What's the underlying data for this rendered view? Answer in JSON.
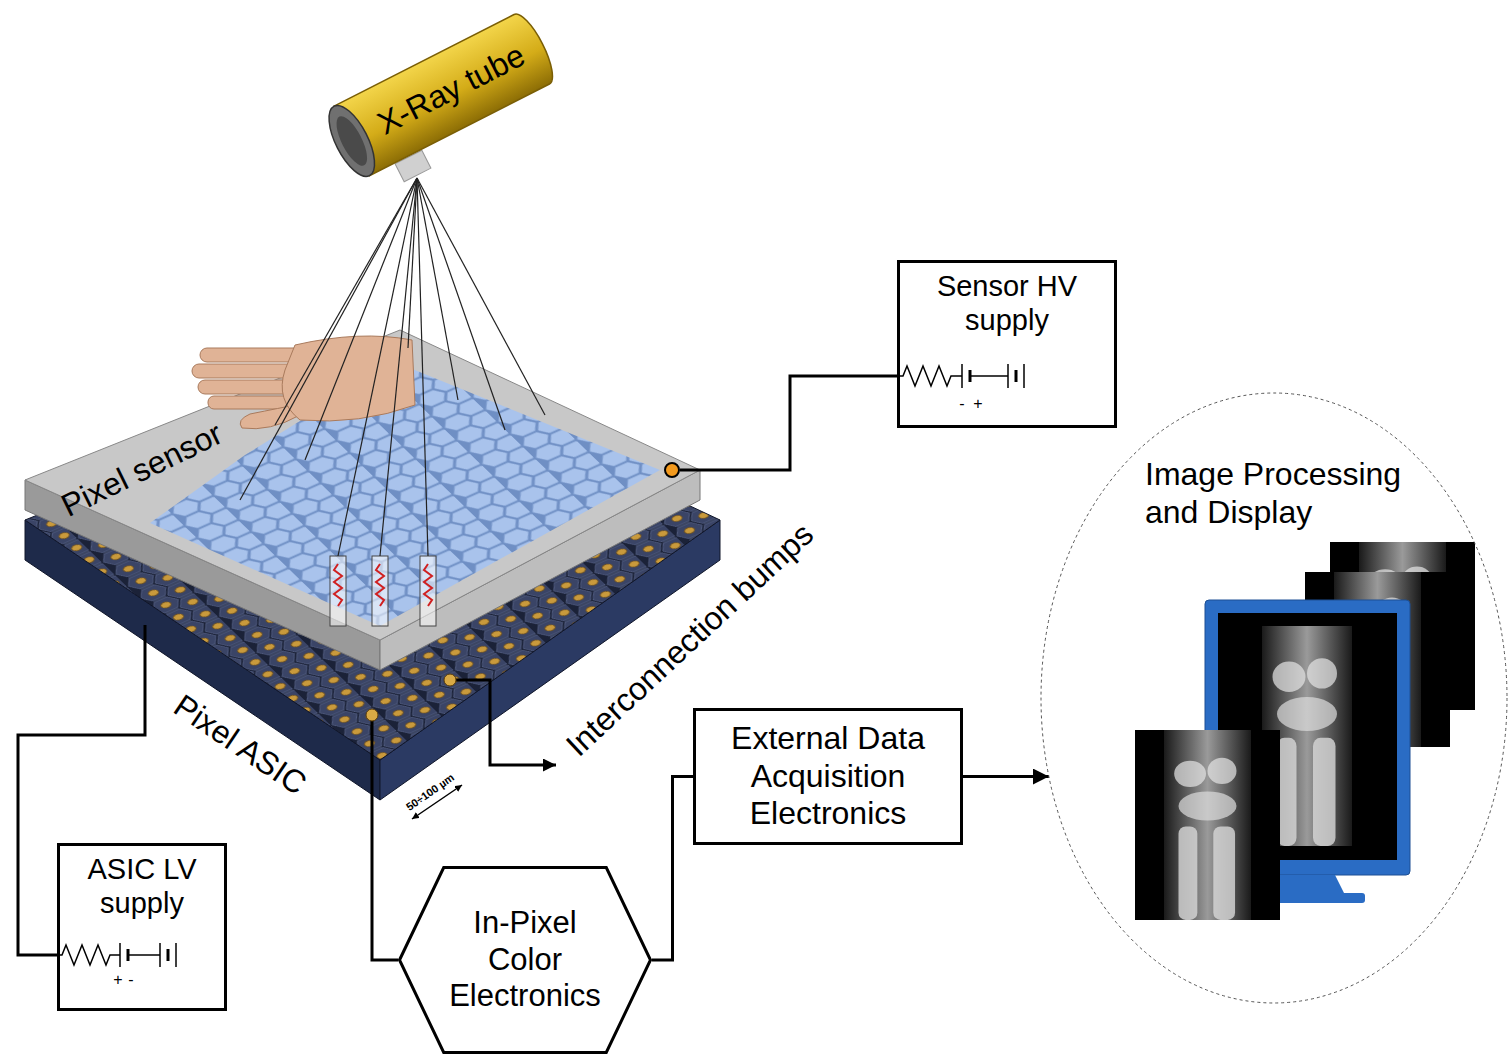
{
  "diagram": {
    "nodes": [
      {
        "text": [
          "X-Ray tube"
        ]
      },
      {
        "text": [
          "Sensor HV supply"
        ]
      },
      {
        "text": [
          "Image Processing and Display"
        ]
      },
      {
        "text": [
          "External Data Acquisition Electronics"
        ]
      },
      {
        "text": [
          "ASIC LV supply"
        ]
      },
      {
        "text": [
          "In-Pixel Color Electronics"
        ]
      }
    ],
    "edges": [
      {
        "from": 5,
        "to": 3,
        "arrow": "none"
      },
      {
        "from": 3,
        "to": 2,
        "arrow": "to"
      }
    ],
    "labels": [
      "Pixel sensor",
      "Interconnection bumps",
      "Pixel ASIC",
      "50÷100 µm",
      "-",
      "+",
      "+",
      "-"
    ]
  }
}
